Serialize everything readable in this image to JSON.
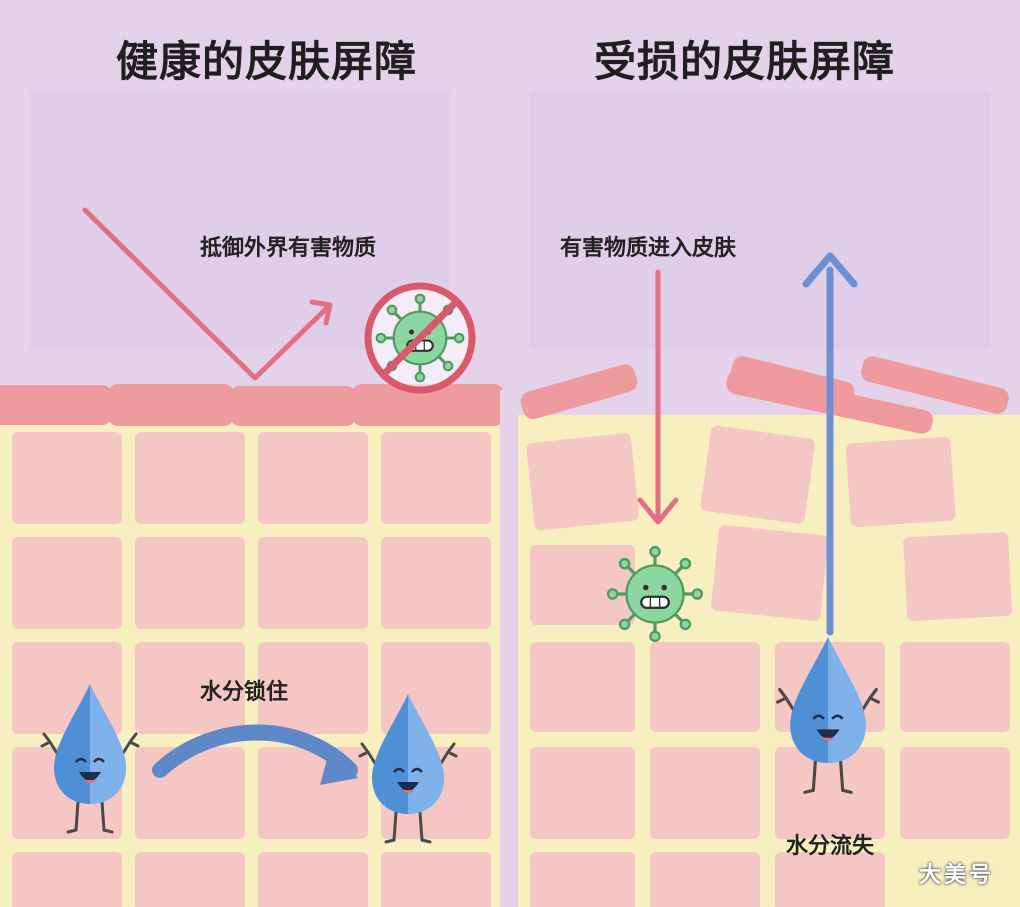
{
  "left_panel": {
    "title": "健康的皮肤屏障",
    "label_defense": "抵御外界有害物质",
    "label_moisture": "水分锁住"
  },
  "right_panel": {
    "title": "受损的皮肤屏障",
    "label_harm": "有害物质进入皮肤",
    "label_moisture": "水分流失"
  },
  "watermark": "大美号",
  "colors": {
    "background": "#e4d2ea",
    "skin_base": "#f8efc0",
    "cell": "#f5c7c4",
    "barrier": "#ef9a9c",
    "red_arrow": "#e26f82",
    "blue_arrow": "#6d8fd3",
    "virus": "#8ed6a0",
    "water_drop": "#4e8fd6"
  },
  "icons": [
    "virus-icon",
    "prohibited-sign-icon",
    "water-drop-icon",
    "arrow-icon"
  ]
}
